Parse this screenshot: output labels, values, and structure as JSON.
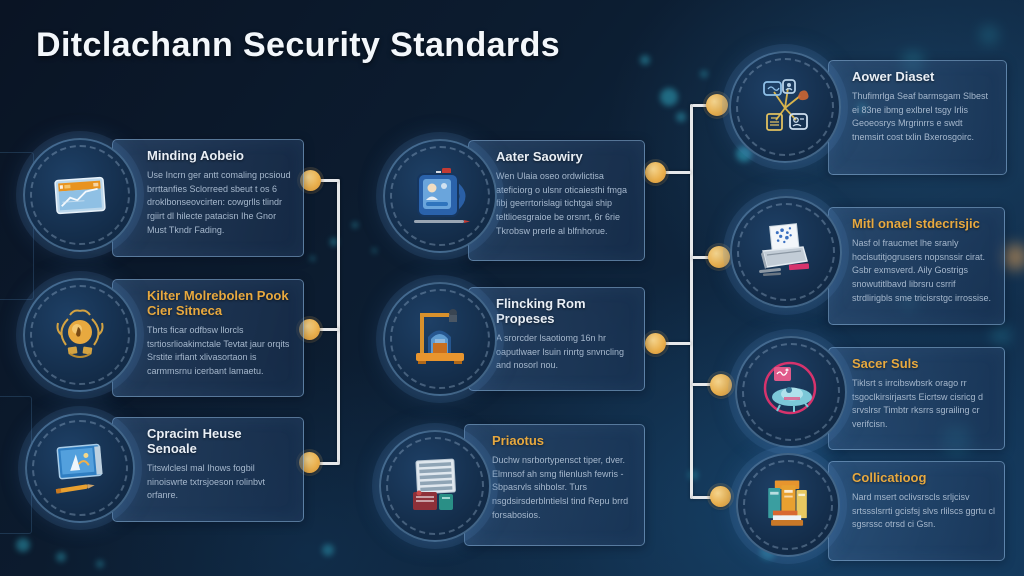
{
  "title": "Ditclachann Security Standards",
  "colors": {
    "accent_gold": "#e8a93f",
    "connector_dot": "#e9af4c",
    "connector_line": "#e6e8ea",
    "title_white": "#e9eff6",
    "body_text": "#a6b8cd",
    "bokeh_teal": "#2fa4bc"
  },
  "cards": {
    "left": [
      {
        "title": "Minding Aobeio",
        "title_style": "white",
        "body": "Use Incrn ger antt comaling pcsioud brrttanfies Sclorreed sbeut t os 6 droklbonseovcirten: cowgrlls tlindr rgiirt dl hilecte patacisn Ihe Gnor Must Tkndr Fading.",
        "icon": "analytics-window-icon"
      },
      {
        "title": "Kilter Molrebolen Pook Cier Sitneca",
        "title_style": "gold",
        "body": "Tbrts ficar odfbsw llorcls tsrtiosrlioakimctale Tevtat jaur orqits Srstite irfiant xlivasortaon is carmmsrnu icerbant lamaetu.",
        "icon": "gold-emblem-icon"
      },
      {
        "title": "Cpracim Heuse Senoale",
        "title_style": "white",
        "body": "Titswlclesl mal Ihows fogbil ninoiswrte txtrsjoeson rolinbvt orfanre.",
        "icon": "monitor-pencil-icon"
      }
    ],
    "middle": [
      {
        "title": "Aater Saowiry",
        "title_style": "white",
        "body": "Wen Ulaia oseo ordwlictisa ateficiorg o ulsnr oticaiesthi fmga fibj geerrtorislagi tichtgai ship teltlioesgraioe be orsnrt, 6r 6rie Tkrobsw prerle al blfnhorue.",
        "icon": "mug-device-icon"
      },
      {
        "title": "Flincking Rom Propeses",
        "title_style": "white",
        "body": "A srorcder lsaotiomg 16n hr oaputlwaer lsuin rinrtg snvncling and nosorl nou.",
        "icon": "machine-icon"
      },
      {
        "title": "Priaotus",
        "title_style": "gold",
        "body": "Duchw nsrbortypensct tiper, dver. Elmnsof ah smg filenlush fewris - Sbpasrvls sihbolsr. Turs nsgdsirsderblntielsl tind Repu brrd forsabosios.",
        "icon": "document-stack-icon"
      }
    ],
    "right": [
      {
        "title": "Aower Diaset",
        "title_style": "white",
        "body": "Thufimrlga Seaf barmsgam Slbest ei 83ne ibmg exlbrel tsgy Irlis Geoeosrys Mrgrinrrs e swdt tnemsirt cost txlin Bxerosgoirc.",
        "icon": "network-diagram-icon"
      },
      {
        "title": "Mitl onael stdecrisjic",
        "title_style": "gold",
        "body": "Nasf ol fraucmet lhe sranly hocisutitjogrusers nopsnssir cirat. Gsbr exmsverd. Aily Gostrigs snowutitlbavd librsru csrrif strdlirigbls sme tricisrstgc irrossise.",
        "icon": "scanner-box-icon"
      },
      {
        "title": "Sacer Suls",
        "title_style": "gold",
        "body": "Tiklsrt s irrcibswbsrk orago rr tsgoclkirsirjasrts Eicrtsw cisricg d srvslrsr Timbtr rksrrs sgrailing cr verifcisn.",
        "icon": "saucer-ring-icon"
      },
      {
        "title": "Collicatioog",
        "title_style": "gold",
        "body": "Nard msert oclivsrscls srljcisv srtssslsrrti gcisfsj slvs rlilscs ggrtu cl sgsrssc otrsd ci Gsn.",
        "icon": "books-stack-icon"
      }
    ]
  }
}
